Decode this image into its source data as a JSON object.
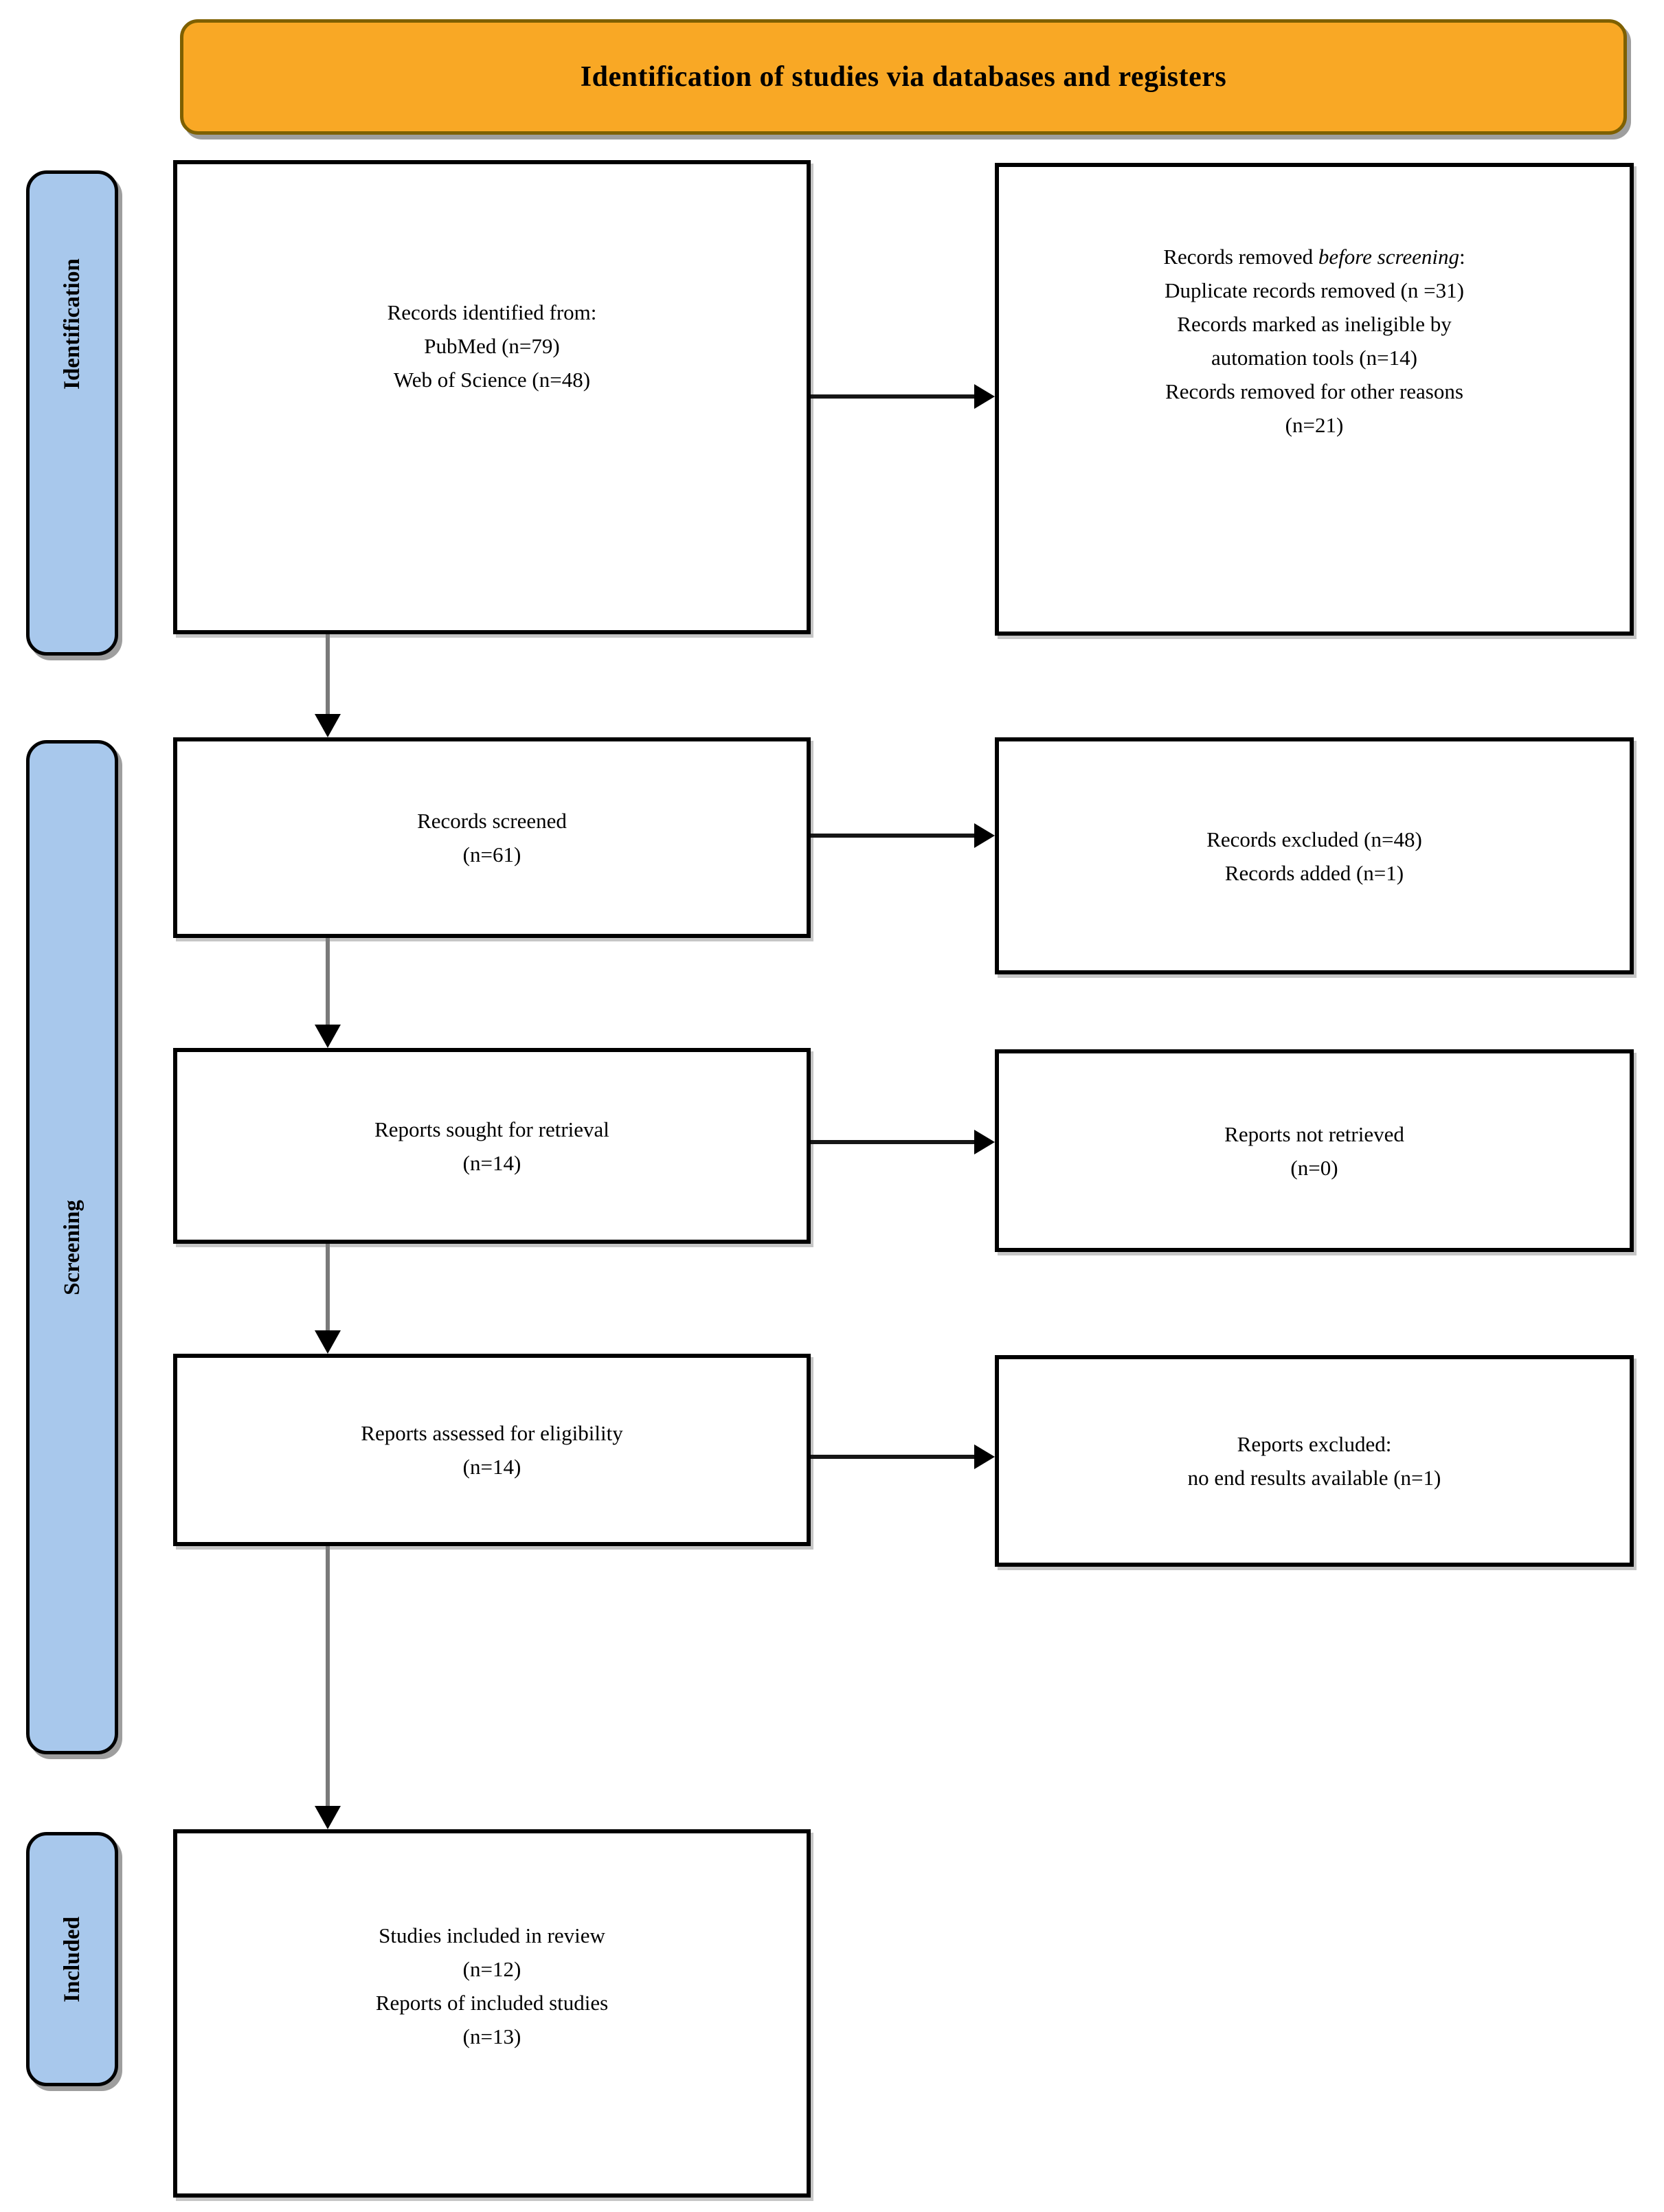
{
  "banner": {
    "title": "Identification of studies via databases and registers"
  },
  "stages": {
    "identification": "Identification",
    "screening": "Screening",
    "included": "Included"
  },
  "flow": {
    "records_identified": {
      "lines": [
        "Records identified from:",
        "PubMed (n=79)",
        "Web of Science (n=48)"
      ]
    },
    "records_removed": {
      "line1_prefix": "Records removed ",
      "line1_italic": "before screening",
      "line1_suffix": ":",
      "lines": [
        "Duplicate records removed (n =31)",
        "Records marked as ineligible by",
        "automation tools (n=14)",
        "Records removed for other reasons",
        "(n=21)"
      ]
    },
    "records_screened": {
      "lines": [
        "Records screened",
        "(n=61)"
      ]
    },
    "records_excluded": {
      "lines": [
        "Records excluded (n=48)",
        "Records added (n=1)"
      ]
    },
    "reports_sought": {
      "lines": [
        "Reports sought for retrieval",
        "(n=14)"
      ]
    },
    "reports_not_retrieved": {
      "lines": [
        "Reports not retrieved",
        "(n=0)"
      ]
    },
    "reports_assessed": {
      "lines": [
        "Reports assessed for eligibility",
        "(n=14)"
      ]
    },
    "reports_excluded": {
      "lines": [
        "Reports excluded:",
        "no end results available (n=1)"
      ]
    },
    "studies_included": {
      "lines": [
        "Studies included in review",
        "(n=12)",
        "Reports of included studies",
        "(n=13)"
      ]
    }
  },
  "colors": {
    "banner_bg": "#F9A825",
    "banner_border": "#7E6000",
    "stage_bg": "#A8C8EC",
    "box_bg": "#FFFFFF",
    "box_border": "#000000",
    "arrow_head": "#000000",
    "arrow_shaft_vertical": "#7A7A7A",
    "arrow_shaft_horizontal": "#161616"
  }
}
